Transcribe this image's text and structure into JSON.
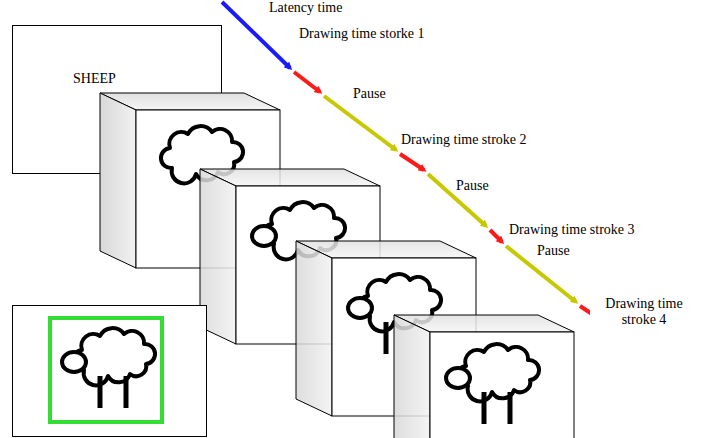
{
  "diagram": {
    "nodes": [
      {
        "text": [
          "SHEEP"
        ]
      }
    ],
    "labels": [
      "Latency time",
      "Drawing time storke 1",
      "Pause",
      "Drawing time stroke 2",
      "Pause",
      "Drawing time stroke 3",
      "Pause",
      "Drawing time stroke 4"
    ]
  }
}
